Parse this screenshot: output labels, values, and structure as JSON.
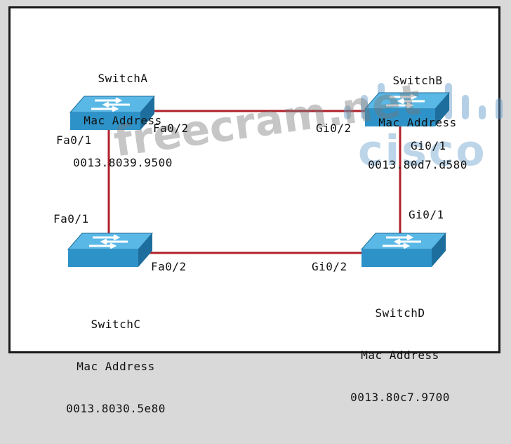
{
  "switches": {
    "a": {
      "name": "SwitchA",
      "mac_label": "Mac Address",
      "mac": "0013.8039.9500"
    },
    "b": {
      "name": "SwitchB",
      "mac_label": "Mac Address",
      "mac": "0013.80d7.d580"
    },
    "c": {
      "name": "SwitchC",
      "mac_label": "Mac Address",
      "mac": "0013.8030.5e80"
    },
    "d": {
      "name": "SwitchD",
      "mac_label": "Mac Address",
      "mac": "0013.80c7.9700"
    }
  },
  "ports": {
    "a_left": "Fa0/1",
    "a_right": "Fa0/2",
    "b_left": "Gi0/2",
    "b_bottom": "Gi0/1",
    "c_top": "Fa0/1",
    "c_right": "Fa0/2",
    "d_top": "Gi0/1",
    "d_left": "Gi0/2"
  },
  "watermark": "freecram.net",
  "logo_text": "cisco",
  "colors": {
    "link": "#b0202a",
    "switch_front": "#2d92c8",
    "switch_top": "#5ab8e6",
    "switch_side": "#1d6e9c",
    "frame": "#1a1a1a"
  }
}
